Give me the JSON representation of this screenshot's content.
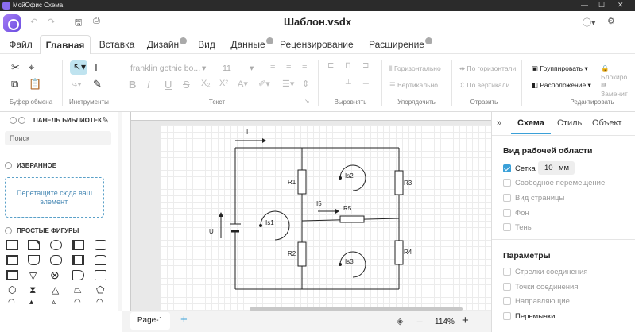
{
  "app": {
    "title": "МойОфис Схема",
    "doc_title": "Шаблон.vsdx"
  },
  "tabs": [
    "Файл",
    "Главная",
    "Вставка",
    "Дизайн",
    "Вид",
    "Данные",
    "Рецензирование",
    "Расширение"
  ],
  "ribbon": {
    "font_name": "franklin gothic bo...",
    "font_size": "11",
    "groups": [
      "Буфер обмена",
      "Инструменты",
      "Текст",
      "Выровнять",
      "Упорядочить",
      "Отразить",
      "Редактировать"
    ],
    "align_h": "Горизонтально",
    "align_v": "Вертикально",
    "flip_h": "По горизонтали",
    "flip_v": "По вертикали",
    "group": "Группировать",
    "arrange": "Расположение",
    "block": "Блокиро",
    "replace": "Заменит"
  },
  "library": {
    "title": "ПАНЕЛЬ БИБЛИОТЕК",
    "search_placeholder": "Поиск",
    "favorites": "ИЗБРАННОЕ",
    "drop_hint": "Перетащите сюда ваш элемент.",
    "simple_shapes": "ПРОСТЫЕ ФИГУРЫ"
  },
  "diagram": {
    "labels": {
      "I": "I",
      "U": "U",
      "Is1": "Is1",
      "Is2": "Is2",
      "Is3": "Is3",
      "R1": "R1",
      "R2": "R2",
      "R3": "R3",
      "R4": "R4",
      "R5": "R5",
      "I5": "I5"
    }
  },
  "bottom": {
    "page_tab": "Page-1",
    "zoom": "114%"
  },
  "panel": {
    "tabs": [
      "Схема",
      "Стиль",
      "Объект"
    ],
    "view_header": "Вид рабочей области",
    "grid_label": "Сетка",
    "grid_value": "10",
    "grid_unit": "мм",
    "options": [
      "Свободное перемещение",
      "Вид страницы",
      "Фон",
      "Тень"
    ],
    "params_header": "Параметры",
    "params": [
      "Стрелки соединения",
      "Точки соединения",
      "Направляющие",
      "Перемычки"
    ]
  },
  "colors": {
    "accent": "#3aa0d8",
    "brand": "#8a6df0"
  }
}
